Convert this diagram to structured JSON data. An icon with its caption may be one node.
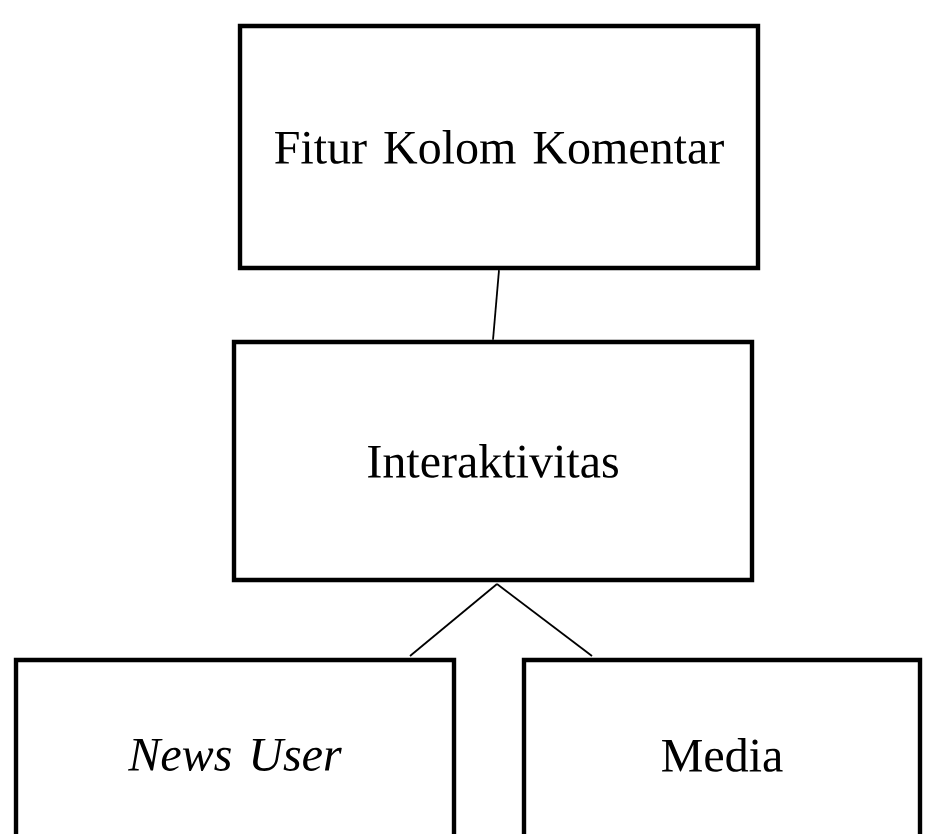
{
  "diagram": {
    "nodes": [
      {
        "text": [
          "Fitur Kolom Komentar"
        ]
      },
      {
        "text": [
          "Interaktivitas"
        ]
      },
      {
        "text": [
          "News User"
        ]
      },
      {
        "text": [
          "Media"
        ]
      }
    ],
    "edges": [
      {
        "from": 0,
        "to": 1,
        "arrow": "none"
      },
      {
        "from": 1,
        "to": 2,
        "arrow": "none"
      },
      {
        "from": 1,
        "to": 3,
        "arrow": "none"
      }
    ]
  }
}
